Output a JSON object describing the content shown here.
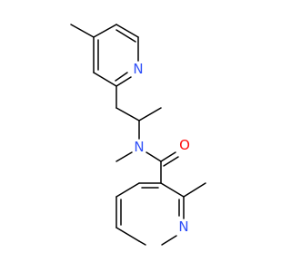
{
  "molecule": {
    "atoms": [
      {
        "id": "pyrA_N",
        "label": "N",
        "color": "#3050f8"
      },
      {
        "id": "amide_O",
        "label": "O",
        "color": "#ff0d0d"
      },
      {
        "id": "amide_N",
        "label": "N",
        "color": "#3050f8"
      },
      {
        "id": "pyrB_N",
        "label": "N",
        "color": "#3050f8"
      }
    ],
    "bond_color": "#000000"
  }
}
